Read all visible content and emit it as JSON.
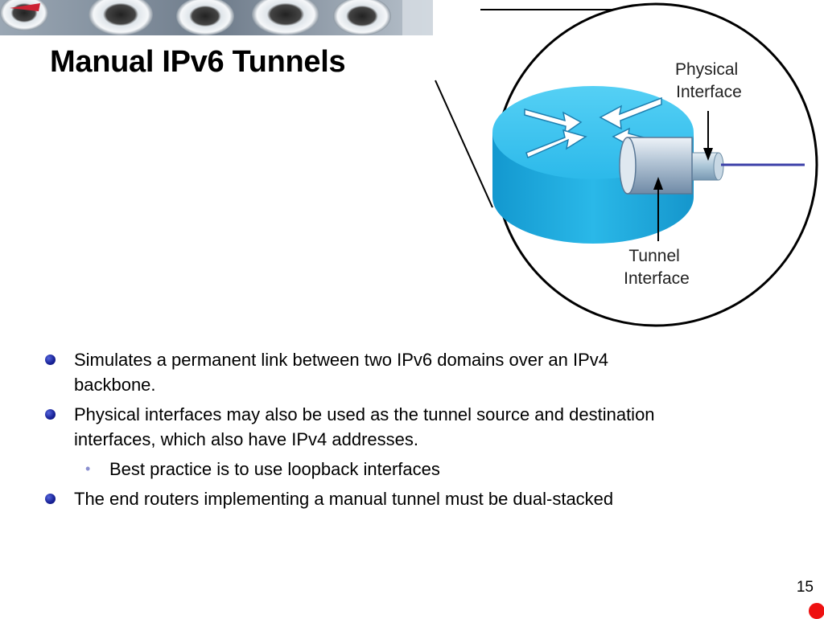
{
  "slide": {
    "title": "Manual IPv6 Tunnels",
    "page_number": "15"
  },
  "diagram": {
    "physical_interface_label": [
      "Physical",
      "Interface"
    ],
    "tunnel_interface_label": [
      "Tunnel",
      "Interface"
    ]
  },
  "bullets": [
    {
      "lines": [
        "Simulates a permanent link between two IPv6 domains over an IPv4",
        "backbone."
      ]
    },
    {
      "lines": [
        "Physical interfaces may also be used as the tunnel source and destination",
        "interfaces, which also have IPv4 addresses."
      ]
    }
  ],
  "sub_bullets": [
    {
      "text": "Best practice is to use loopback interfaces"
    }
  ],
  "bullets_after": [
    {
      "text": "The end routers implementing a manual tunnel must be dual-stacked"
    }
  ],
  "colors": {
    "router_top": "#3fc3ee",
    "router_side": "#1aa6dc",
    "bullet": "#1a2499",
    "sub_bullet": "#8a8fd0",
    "accent_dot": "#ee1111"
  }
}
